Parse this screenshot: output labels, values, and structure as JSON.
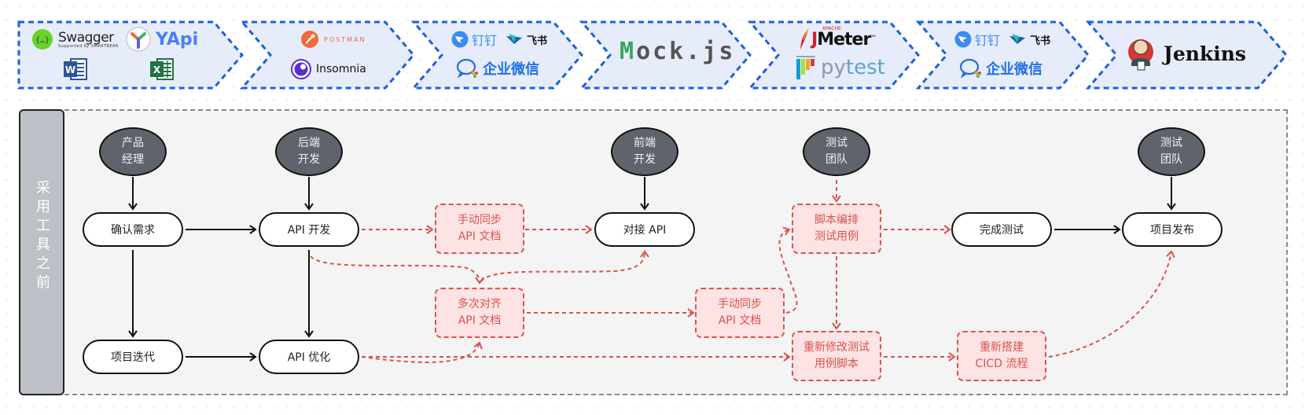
{
  "tools": [
    {
      "stage": "requirements-api-design",
      "items": [
        {
          "icon": "swagger-icon",
          "name": "Swagger",
          "subtitle": "Supported by SMARTBEAR"
        },
        {
          "icon": "yapi-icon",
          "name": "YApi"
        },
        {
          "icon": "word-icon",
          "name": "W"
        },
        {
          "icon": "excel-icon",
          "name": "X"
        }
      ]
    },
    {
      "stage": "api-debugging",
      "items": [
        {
          "icon": "postman-icon",
          "name": "POSTMAN"
        },
        {
          "icon": "insomnia-icon",
          "name": "Insomnia"
        }
      ]
    },
    {
      "stage": "communication-1",
      "items": [
        {
          "icon": "dingtalk-icon",
          "name": "钉钉"
        },
        {
          "icon": "feishu-icon",
          "name": "飞书"
        },
        {
          "icon": "wecom-icon",
          "name": "企业微信"
        }
      ]
    },
    {
      "stage": "mock",
      "items": [
        {
          "icon": "mockjs-logo",
          "name_first": "M",
          "name_rest": "ock.js"
        }
      ]
    },
    {
      "stage": "testing",
      "items": [
        {
          "icon": "jmeter-icon",
          "name_first": "J",
          "name_rest": "Meter",
          "prefix": "APACHE",
          "tm": "™"
        },
        {
          "icon": "pytest-icon",
          "name_first": "py",
          "name_rest": "test"
        }
      ]
    },
    {
      "stage": "communication-2",
      "items": [
        {
          "icon": "dingtalk-icon",
          "name": "钉钉"
        },
        {
          "icon": "feishu-icon",
          "name": "飞书"
        },
        {
          "icon": "wecom-icon",
          "name": "企业微信"
        }
      ]
    },
    {
      "stage": "ci-cd",
      "items": [
        {
          "icon": "jenkins-icon",
          "name": "Jenkins"
        }
      ]
    }
  ],
  "lane": {
    "title": "采用工具之前"
  },
  "roles": [
    {
      "id": "pm",
      "label": "产品\n经理"
    },
    {
      "id": "backend",
      "label": "后端\n开发"
    },
    {
      "id": "frontend",
      "label": "前端\n开发"
    },
    {
      "id": "qa1",
      "label": "测试\n团队"
    },
    {
      "id": "qa2",
      "label": "测试\n团队"
    }
  ],
  "steps": [
    {
      "id": "confirm",
      "label": "确认需求"
    },
    {
      "id": "api-dev",
      "label": "API 开发"
    },
    {
      "id": "integrate",
      "label": "对接 API"
    },
    {
      "id": "finish-test",
      "label": "完成测试"
    },
    {
      "id": "release",
      "label": "项目发布"
    },
    {
      "id": "iterate",
      "label": "项目迭代"
    },
    {
      "id": "api-opt",
      "label": "API 优化"
    }
  ],
  "pain_points": [
    {
      "id": "sync-doc-1",
      "label": "手动同步\nAPI 文档"
    },
    {
      "id": "align-doc",
      "label": "多次对齐\nAPI 文档"
    },
    {
      "id": "sync-doc-2",
      "label": "手动同步\nAPI 文档"
    },
    {
      "id": "script-cases",
      "label": "脚本编排\n测试用例"
    },
    {
      "id": "rewrite-scripts",
      "label": "重新修改测试\n用例脚本"
    },
    {
      "id": "rebuild-cicd",
      "label": "重新搭建\nCICD 流程"
    }
  ],
  "colors": {
    "chevron_fill": "#e6ecfa",
    "chevron_border": "#1f5fe0",
    "role_fill": "#5f646c",
    "pain_fill": "#fde3e3",
    "pain_stroke": "#d9534f",
    "lane_fill": "#bdc0c6",
    "board_fill": "#f4f4f4"
  }
}
